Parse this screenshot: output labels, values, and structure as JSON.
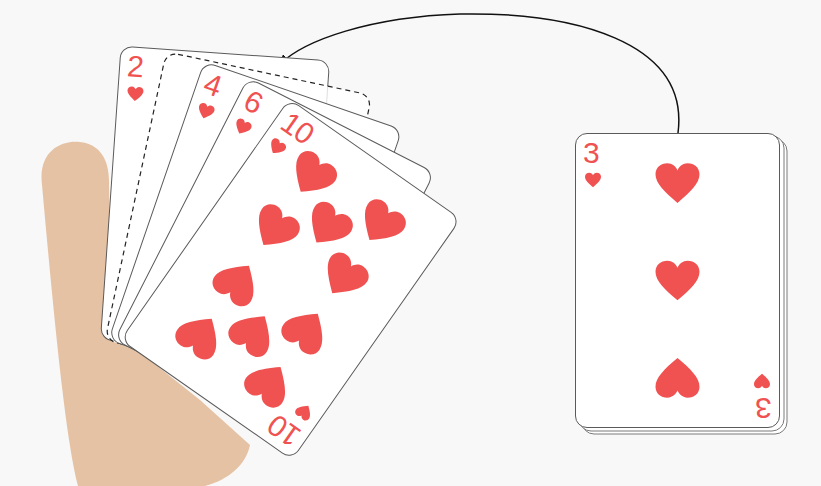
{
  "diagram": {
    "nodes": [
      {
        "text": [
          "2"
        ]
      },
      {
        "text": [
          "4"
        ]
      },
      {
        "text": [
          "6"
        ]
      },
      {
        "text": [
          "10",
          "10"
        ]
      },
      {
        "text": [
          "3",
          "3"
        ]
      }
    ]
  }
}
